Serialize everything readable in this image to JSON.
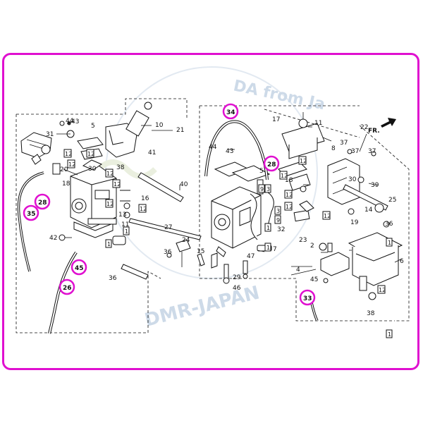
{
  "watermark": {
    "top_text": "DA from Ja",
    "bottom_text": "DMR-JAPAN"
  },
  "direction_indicator": {
    "label": "FR."
  },
  "callouts": {
    "p44a": "44",
    "p43a": "43",
    "p31": "31",
    "p5a": "5",
    "p10": "10",
    "p21": "21",
    "p41": "41",
    "p38a": "38",
    "p30a": "30",
    "p20": "20",
    "p18": "18",
    "p40": "40",
    "p16": "16",
    "p13": "13",
    "p11a": "11",
    "p42": "42",
    "p36a": "36",
    "p36b": "36",
    "p27": "27",
    "p24": "24",
    "p15": "15",
    "p29": "29",
    "p46": "46",
    "p47": "47",
    "p7": "7",
    "p44b": "44",
    "p43b": "43",
    "p5b": "5",
    "p32": "32",
    "p23": "23",
    "p17": "17",
    "p18b": "18",
    "p11b": "11",
    "p8": "8",
    "p22": "22",
    "p37a": "37",
    "p37b": "37",
    "p37c": "37",
    "p30b": "30",
    "p39": "39",
    "p25": "25",
    "p14": "14",
    "p36c": "36",
    "p19": "19",
    "p2": "2",
    "p6": "6",
    "p4": "4",
    "p45b": "45",
    "p38b": "38"
  },
  "boxed_callouts": {
    "b12a": "12",
    "b12b": "12",
    "b12c": "12",
    "b12d": "12",
    "b12e": "12",
    "b12f": "12",
    "b12g": "12",
    "b1a": "1",
    "b1b": "1",
    "b3a": "3",
    "b3b": "3",
    "b9a": "9",
    "b9b": "9",
    "b1c": "1",
    "b12h": "12",
    "b12i": "12",
    "b12j": "12",
    "b12k": "12",
    "b12l": "12",
    "b1d": "1",
    "b1e": "1",
    "b12m": "12",
    "b3c": "3",
    "b9c": "9",
    "b1f": "1",
    "b12n": "12",
    "b12o": "12"
  },
  "highlighted_callouts": {
    "h34": "34",
    "h28a": "28",
    "h35": "35",
    "h28b": "28",
    "h45": "45",
    "h26": "26",
    "h33": "33"
  },
  "colors": {
    "frame": "#e010d0",
    "highlight_ring": "#e010d0",
    "line_art": "#111111",
    "watermark": "#c8d6e6"
  }
}
